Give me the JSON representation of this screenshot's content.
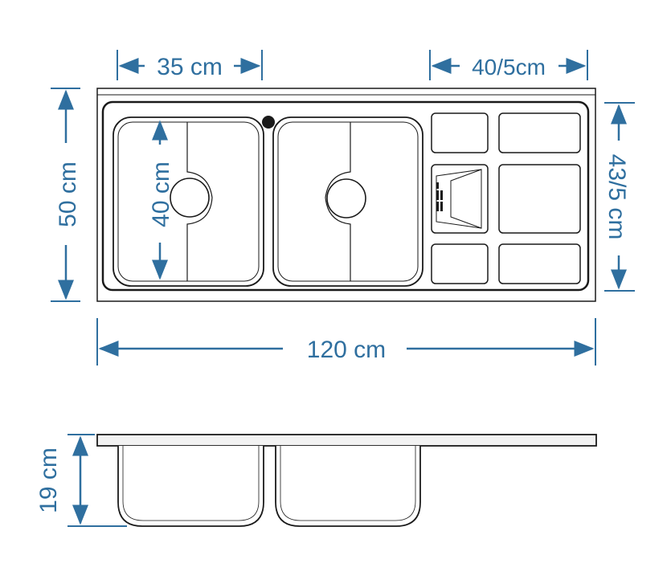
{
  "dimensions": {
    "left_bowl_width": "35 cm",
    "drainboard_width": "40/5cm",
    "total_depth": "50 cm",
    "bowl_depth": "40 cm",
    "drainboard_depth": "43/5 cm",
    "total_length": "120 cm",
    "bowl_height": "19 cm"
  },
  "colors": {
    "dimension": "#2f6f9f",
    "outline": "#1a1a1a",
    "panel": "#f2f2f2"
  }
}
